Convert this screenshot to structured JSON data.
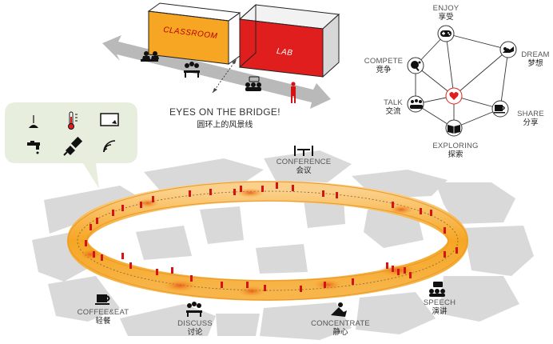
{
  "bridge": {
    "title_en": "EYES ON THE BRIDGE!",
    "title_zh": "圆环上的风景线"
  },
  "boxes": {
    "classroom": "CLASSROOM",
    "lab": "LAB"
  },
  "network": {
    "enjoy": {
      "en": "ENJOY",
      "zh": "享受"
    },
    "compete": {
      "en": "COMPETE",
      "zh": "竞争"
    },
    "dream": {
      "en": "DREAM",
      "zh": "梦想"
    },
    "talk": {
      "en": "TALK",
      "zh": "交流"
    },
    "share": {
      "en": "SHARE",
      "zh": "分享"
    },
    "exploring": {
      "en": "EXPLORING",
      "zh": "探索"
    }
  },
  "ring": {
    "conference": {
      "en": "CONFERENCE",
      "zh": "会议"
    },
    "coffee": {
      "en": "COFFEE&EAT",
      "zh": "轻餐"
    },
    "discuss": {
      "en": "DISCUSS",
      "zh": "讨论"
    },
    "concentrate": {
      "en": "CONCENTRATE",
      "zh": "静心"
    },
    "speech": {
      "en": "SPEECH",
      "zh": "演讲"
    }
  },
  "colors": {
    "accent": "#e01e1e",
    "ring": "#f6a623",
    "ring_light": "#fbd08a",
    "bubble": "#e7eedd",
    "ground": "#d9d9d9",
    "arrow": "#b9b9b9"
  },
  "icons": [
    "lamp-icon",
    "thermometer-icon",
    "screen-icon",
    "faucet-icon",
    "plug-icon",
    "wifi-icon",
    "gamepad-icon",
    "pingpong-icon",
    "sleep-icon",
    "group-icon",
    "heart-icon",
    "coffee-icon",
    "book-icon",
    "table-icon",
    "meeting-icon",
    "reading-icon",
    "speech-icon"
  ]
}
